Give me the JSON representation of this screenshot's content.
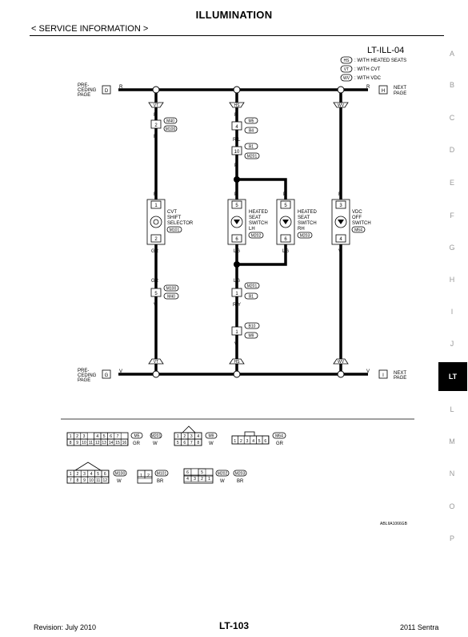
{
  "page": {
    "title": "ILLUMINATION",
    "service_info": "< SERVICE INFORMATION >",
    "diagram_id": "LT-ILL-04",
    "footer_revision": "Revision: July 2010",
    "footer_page": "LT-103",
    "footer_model": "2011 Sentra",
    "image_code": "ABLIIA1066GB"
  },
  "legend": [
    {
      "code": "HS",
      "text": ": WITH HEATED SEATS"
    },
    {
      "code": "VT",
      "text": ": WITH CVT"
    },
    {
      "code": "WV",
      "text": ": WITH VDC"
    }
  ],
  "side_index": [
    "A",
    "B",
    "C",
    "D",
    "E",
    "F",
    "G",
    "H",
    "I",
    "J",
    "LT",
    "L",
    "M",
    "N",
    "O",
    "P"
  ],
  "side_index_active": "LT",
  "wiring": {
    "top_left": {
      "line1": "PRE-",
      "line2": "CEDING",
      "line3": "PAGE",
      "terminal": "D",
      "wire": "R"
    },
    "top_right": {
      "line1": "NEXT",
      "line2": "PAGE",
      "terminal": "H",
      "wire": "R"
    },
    "bottom_left": {
      "line1": "PRE-",
      "line2": "CEDING",
      "line3": "PAGE",
      "terminal": "G",
      "wire": "V"
    },
    "bottom_right": {
      "line1": "NEXT",
      "line2": "PAGE",
      "terminal": "I",
      "wire": "V"
    },
    "col_cvt": {
      "top_tag": "VT",
      "bottom_tag": "VT",
      "wire_top": "R",
      "conn1_pin": "2",
      "conn1_a": "M40",
      "conn1_b": "M100",
      "wire_after1": "R",
      "wire_in": "R",
      "pin_in": "1",
      "pin_out": "2",
      "wire_out": "GR",
      "label": [
        "CVT",
        "SHIFT",
        "SELECTOR"
      ],
      "conn_label": "M101",
      "wire_before2": "GR",
      "conn2_pin": "5",
      "conn2_a": "M100",
      "conn2_b": "M40",
      "wire_after2": "V"
    },
    "col_hs": {
      "top_tag": "HS",
      "bottom_tag": "HS",
      "wire_top": "R",
      "conn1_pin": "4",
      "conn1_a": "M5",
      "conn1_b": "B4",
      "wire_rl": "R/L",
      "conn2_pin": "10",
      "conn2_a": "B1",
      "conn2_b": "M201",
      "wire_p": "P",
      "lh_wire_in": "P",
      "lh_pin_in": "5",
      "lh_pin_out": "6",
      "lh_wire_out": "LG",
      "lh_label": [
        "HEATED",
        "SEAT",
        "SWITCH",
        "LH"
      ],
      "lh_conn": "M202",
      "rh_wire_in": "P",
      "rh_pin_in": "5",
      "rh_pin_out": "6",
      "rh_wire_out": "LG",
      "rh_label": [
        "HEATED",
        "SEAT",
        "SWITCH",
        "RH"
      ],
      "rh_conn": "M203",
      "wire_lg": "LG",
      "conn3_pin": "1",
      "conn3_a": "M201",
      "conn3_b": "B1",
      "wire_ry": "R/Y",
      "conn4_pin": "1",
      "conn4_a": "B10",
      "conn4_b": "M9",
      "wire_v": "V"
    },
    "col_vdc": {
      "top_tag": "WV",
      "bottom_tag": "WV",
      "wire_in": "R",
      "pin_in": "3",
      "pin_out": "4",
      "wire_out": "V",
      "label": [
        "VDC",
        "OFF",
        "SWITCH"
      ],
      "conn_label": "M64"
    }
  },
  "connector_views": [
    {
      "id": "M5",
      "color": "GR",
      "rows": [
        [
          "1",
          "2",
          "3",
          "",
          "4",
          "5",
          "6",
          "7"
        ],
        [
          "8",
          "9",
          "10",
          "11",
          "12",
          "13",
          "14",
          "15",
          "16"
        ]
      ]
    },
    {
      "id": "M201",
      "color": "W",
      "rows": [
        [
          "1",
          "2",
          "3",
          "4"
        ],
        [
          "5",
          "6",
          "7",
          "8"
        ]
      ]
    },
    {
      "id": "M9",
      "color": "W",
      "rows": []
    },
    {
      "id": "M64",
      "color": "GR",
      "rows": [
        [
          "1",
          "2",
          "3",
          "4",
          "5",
          "6"
        ]
      ]
    },
    {
      "id": "M100",
      "color": "W",
      "rows": [
        [
          "1",
          "2",
          "3",
          "4",
          "5",
          "6"
        ],
        [
          "7",
          "8",
          "9",
          "10",
          "11",
          "12"
        ]
      ]
    },
    {
      "id": "M101",
      "color": "BR",
      "rows": [
        [
          "1",
          "2"
        ]
      ]
    },
    {
      "id": "M202",
      "color": "W",
      "rows": [
        [
          "6",
          "",
          "5"
        ],
        [
          "4",
          "3",
          "2",
          "1"
        ]
      ]
    },
    {
      "id": "M203",
      "color": "BR",
      "rows": []
    }
  ]
}
